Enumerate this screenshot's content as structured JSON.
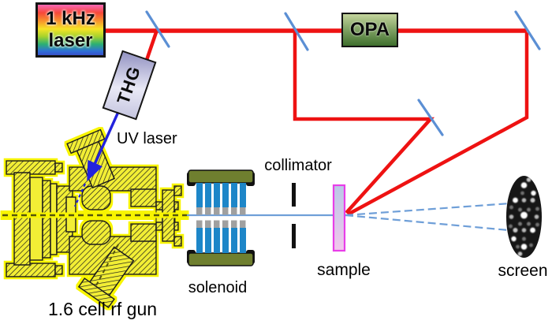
{
  "diagram": {
    "boxes": {
      "laser": {
        "line1": "1 kHz",
        "line2": "laser"
      },
      "thg": {
        "label": "THG"
      },
      "opa": {
        "label": "OPA"
      }
    },
    "labels": {
      "uv_laser": "UV laser",
      "collimator": "collimator",
      "solenoid": "solenoid",
      "sample": "sample",
      "screen": "screen",
      "rf_gun": "1.6 cell rf gun"
    },
    "colors": {
      "ir_beam_red": "#ee1212",
      "uv_beam_blue": "#2222dd",
      "electron_beam": "#6f9fd8",
      "mirror_blue": "#5b8fd4",
      "gun_yellow": "#f2ee35",
      "gun_glow": "#f8f500",
      "solenoid_coil": "#1d86c8",
      "solenoid_yoke": "#6f7f2f",
      "solenoid_spacer": "#a0a0a0",
      "sample_border": "#e83ee8",
      "collimator_black": "#111111",
      "screen_dark": "#161616"
    }
  }
}
